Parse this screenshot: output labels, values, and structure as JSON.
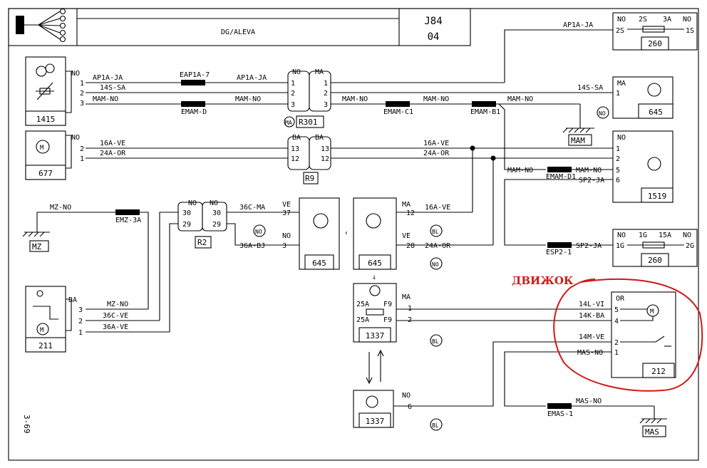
{
  "header": {
    "title": "DG/ALEVA",
    "page_code": "J84",
    "page_sub": "04"
  },
  "side_label": "3-69",
  "annotation": "ДВИЖОК",
  "components": {
    "c1415": "1415",
    "c677": "677",
    "c211": "211",
    "c645_right": "645",
    "c645_mid": "645",
    "c645_left": "645",
    "c1519": "1519",
    "c260_top": "260",
    "c260_bot": "260",
    "c1337_fuse": "1337",
    "c1337_bot": "1337",
    "c212": "212"
  },
  "connectors": {
    "r301": "R301",
    "r9": "R9",
    "r2": "R2"
  },
  "grounds": {
    "mam": "MAM",
    "mz": "MZ",
    "mas": "MAS"
  },
  "splices": {
    "eap1a7": "EAP1A-7",
    "emamd": "EMAM-D",
    "emamc1": "EMAM-C1",
    "emamb1": "EMAM-B1",
    "emamd1": "EMAM-D1",
    "emz3a": "EMZ-3A",
    "esp21": "ESP2-1",
    "emas1": "EMAS-1"
  },
  "labels": {
    "no": "NO",
    "ma": "MA",
    "ba": "BA",
    "ve": "VE",
    "or": "OR",
    "ma_c": "MA",
    "no_c": "NO",
    "bl": "BL",
    "ap1a_ja": "AP1A-JA",
    "s14_sa": "14S-SA",
    "mam_no": "MAM-NO",
    "a16_ve": "16A-VE",
    "a24_or": "24A-OR",
    "mz_no": "MZ-NO",
    "c36_ma": "36C-MA",
    "a36_bj": "36A-BJ",
    "c36_ve": "36C-VE",
    "a36_ve": "36A-VE",
    "sp2_ja": "SP2-JA",
    "l14_vi": "14L-VI",
    "k14_ba": "14K-BA",
    "m14_ve": "14M-VE",
    "mas_no": "MAS-NO",
    "fuse_2s": "2S",
    "fuse_3a": "3A",
    "fuse_1g": "1G",
    "fuse_15a": "15A",
    "p2s": "2S",
    "p1s": "1S",
    "p1g": "1G",
    "p2g": "2G",
    "fuse_25a": "25A",
    "fuse_f9": "F9"
  }
}
